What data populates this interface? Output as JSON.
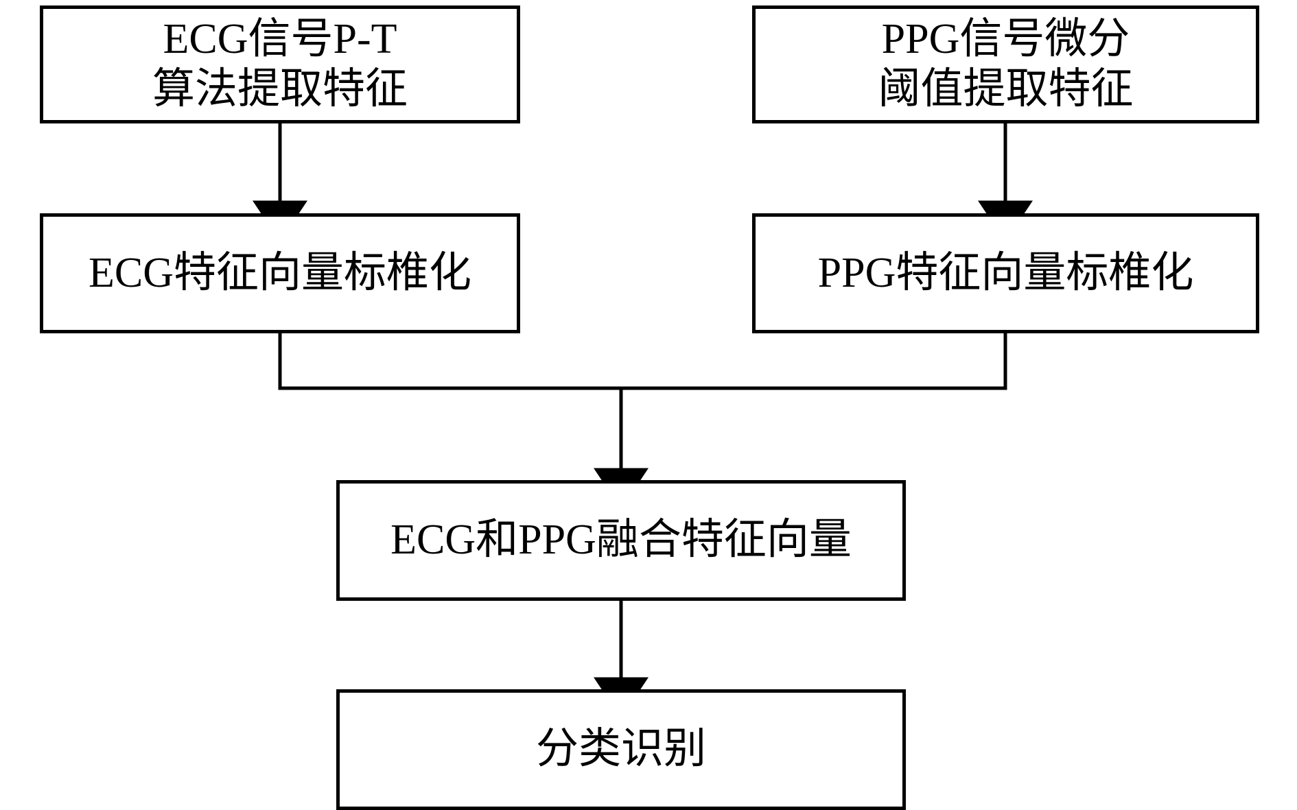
{
  "diagram": {
    "title": "ECG and PPG feature fusion classification flowchart",
    "background_color": "#ffffff",
    "line_color": "#000000",
    "text_color": "#000000",
    "nodes": [
      {
        "id": "ecg-extract",
        "label": "ECG信号P-T\n算法提取特征"
      },
      {
        "id": "ppg-extract",
        "label": "PPG信号微分\n阈值提取特征"
      },
      {
        "id": "ecg-standard",
        "label": "ECG特征向量标椎化"
      },
      {
        "id": "ppg-standard",
        "label": "PPG特征向量标椎化"
      },
      {
        "id": "fusion",
        "label": "ECG和PPG融合特征向量"
      },
      {
        "id": "classify",
        "label": "分类识别"
      }
    ],
    "edges": [
      {
        "id": "e1",
        "from": "ecg-extract",
        "to": "ecg-standard",
        "label": ""
      },
      {
        "id": "e2",
        "from": "ppg-extract",
        "to": "ppg-standard",
        "label": ""
      },
      {
        "id": "e3",
        "from": "ecg-standard",
        "to": "fusion",
        "label": ""
      },
      {
        "id": "e4",
        "from": "ppg-standard",
        "to": "fusion",
        "label": ""
      },
      {
        "id": "e5",
        "from": "fusion",
        "to": "classify",
        "label": ""
      }
    ]
  }
}
